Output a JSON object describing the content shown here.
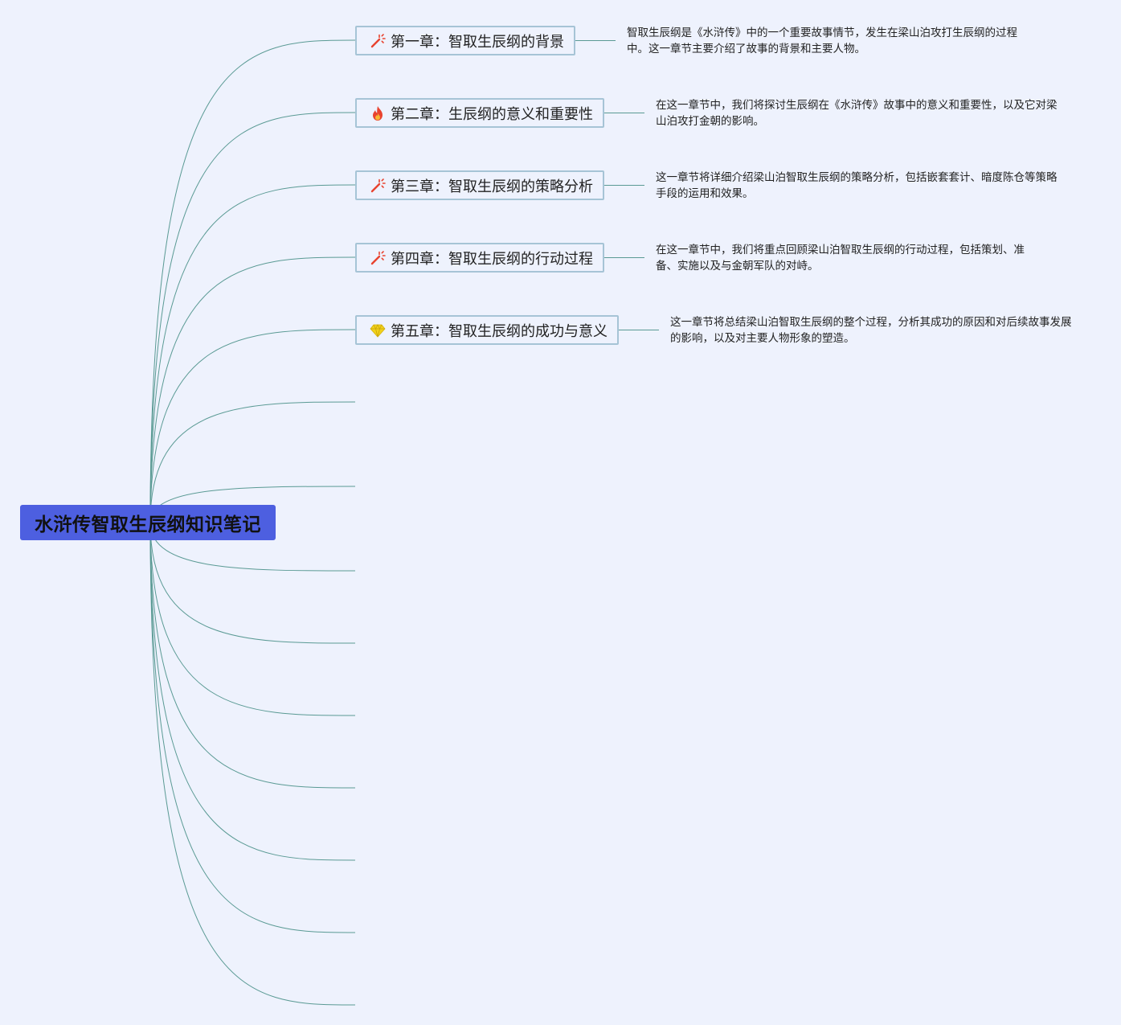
{
  "root": {
    "title": "水浒传智取生辰纲知识笔记"
  },
  "chapters": [
    {
      "label": "第一章：智取生辰纲的背景",
      "icon": "magic-wand-icon",
      "description": "智取生辰纲是《水浒传》中的一个重要故事情节，发生在梁山泊攻打生辰纲的过程中。这一章节主要介绍了故事的背景和主要人物。"
    },
    {
      "label": "第二章：生辰纲的意义和重要性",
      "icon": "fire-icon",
      "description": "在这一章节中，我们将探讨生辰纲在《水浒传》故事中的意义和重要性，以及它对梁山泊攻打金朝的影响。"
    },
    {
      "label": "第三章：智取生辰纲的策略分析",
      "icon": "magic-wand-icon",
      "description": "这一章节将详细介绍梁山泊智取生辰纲的策略分析，包括嵌套套计、暗度陈仓等策略手段的运用和效果。"
    },
    {
      "label": "第四章：智取生辰纲的行动过程",
      "icon": "magic-wand-icon",
      "description": "在这一章节中，我们将重点回顾梁山泊智取生辰纲的行动过程，包括策划、准备、实施以及与金朝军队的对峙。"
    },
    {
      "label": "第五章：智取生辰纲的成功与意义",
      "icon": "gem-icon",
      "description": "这一章节将总结梁山泊智取生辰纲的整个过程，分析其成功的原因和对后续故事发展的影响，以及对主要人物形象的塑造。"
    }
  ],
  "colors": {
    "background": "#eef2fd",
    "root_fill": "#4d5fe0",
    "connector": "#5a9a94",
    "chapter_border": "#a6c4d6",
    "wand_icon": "#e8432f",
    "fire_icon": "#e8432f",
    "gem_icon": "#f2d21b"
  }
}
